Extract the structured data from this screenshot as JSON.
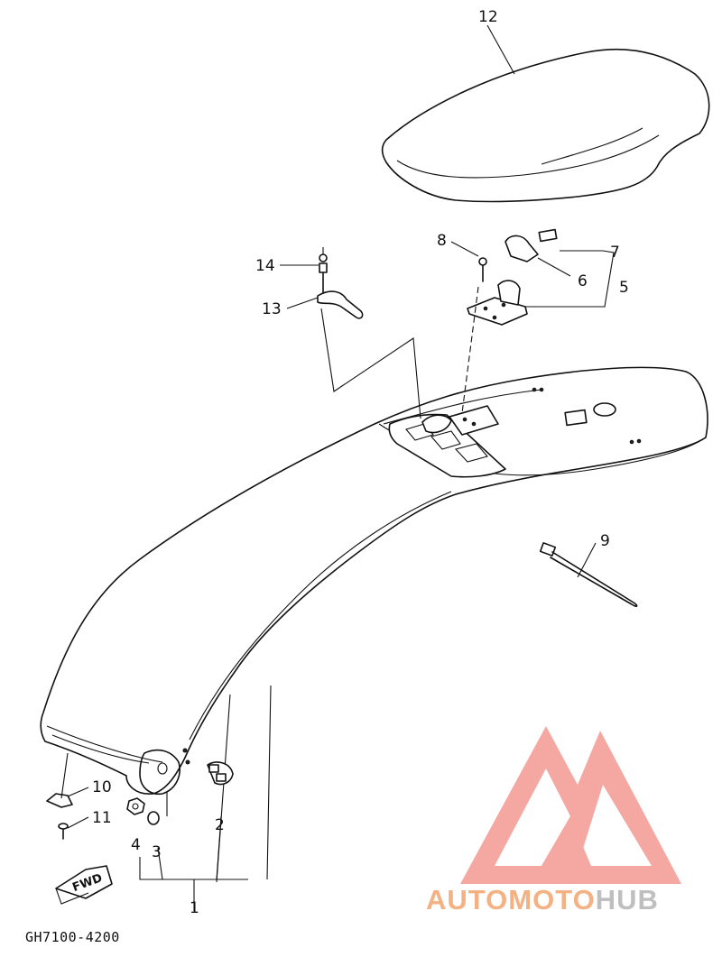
{
  "diagram_code": "GH7100-4200",
  "fwd_label": "FWD",
  "callouts": {
    "n1": "1",
    "n2": "2",
    "n3": "3",
    "n4": "4",
    "n5": "5",
    "n6": "6",
    "n7": "7",
    "n8": "8",
    "n9": "9",
    "n10": "10",
    "n11": "11",
    "n12": "12",
    "n13": "13",
    "n14": "14"
  },
  "watermark": {
    "part1": "AUTOMOTO",
    "part2": "HUB",
    "color_primary": "#f4b183",
    "color_secondary": "#bfbfbf",
    "triangle_color": "#f28b82"
  }
}
